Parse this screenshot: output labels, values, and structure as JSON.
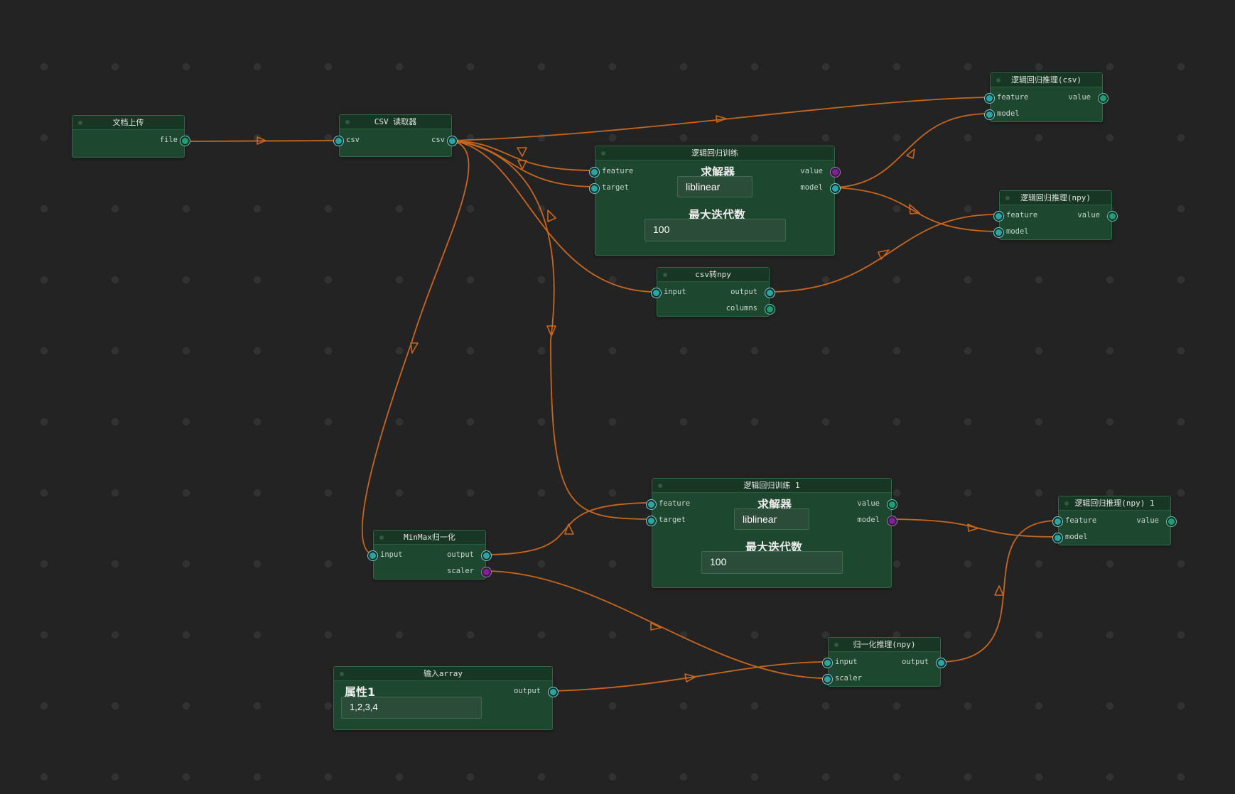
{
  "nodes": {
    "upload": {
      "title": "文档上传",
      "outputs": [
        "file"
      ]
    },
    "csv_reader": {
      "title": "CSV 读取器",
      "inputs": [
        "csv"
      ],
      "outputs": [
        "csv"
      ]
    },
    "lr_infer_csv": {
      "title": "逻辑回归推理(csv)",
      "inputs": [
        "feature",
        "model"
      ],
      "outputs": [
        "value"
      ]
    },
    "lr_train": {
      "title": "逻辑回归训练",
      "inputs": [
        "feature",
        "target"
      ],
      "outputs": [
        "value",
        "model"
      ],
      "solver_label": "求解器",
      "solver_value": "liblinear",
      "max_iter_label": "最大迭代数",
      "max_iter_value": "100"
    },
    "lr_infer_npy": {
      "title": "逻辑回归推理(npy)",
      "inputs": [
        "feature",
        "model"
      ],
      "outputs": [
        "value"
      ]
    },
    "csv2npy": {
      "title": "csv转npy",
      "inputs": [
        "input"
      ],
      "outputs": [
        "output",
        "columns"
      ]
    },
    "lr_train_1": {
      "title": "逻辑回归训练 1",
      "inputs": [
        "feature",
        "target"
      ],
      "outputs": [
        "value",
        "model"
      ],
      "solver_label": "求解器",
      "solver_value": "liblinear",
      "max_iter_label": "最大迭代数",
      "max_iter_value": "100"
    },
    "lr_infer_npy_1": {
      "title": "逻辑回归推理(npy) 1",
      "inputs": [
        "feature",
        "model"
      ],
      "outputs": [
        "value"
      ]
    },
    "minmax": {
      "title": "MinMax归一化",
      "inputs": [
        "input"
      ],
      "outputs": [
        "output",
        "scaler"
      ]
    },
    "norm_infer": {
      "title": "归一化推理(npy)",
      "inputs": [
        "input",
        "scaler"
      ],
      "outputs": [
        "output"
      ]
    },
    "input_array": {
      "title": "输入array",
      "attr_label": "属性1",
      "attr_value": "1,2,3,4",
      "outputs": [
        "output"
      ]
    }
  },
  "colors": {
    "canvas_bg": "#232323",
    "node_bg": "#1e4730",
    "node_header": "#173624",
    "edge": "#c8661e",
    "port_teal": "#2aa6a0",
    "port_green": "#1f9e76",
    "port_purple": "#8a1c9a"
  }
}
